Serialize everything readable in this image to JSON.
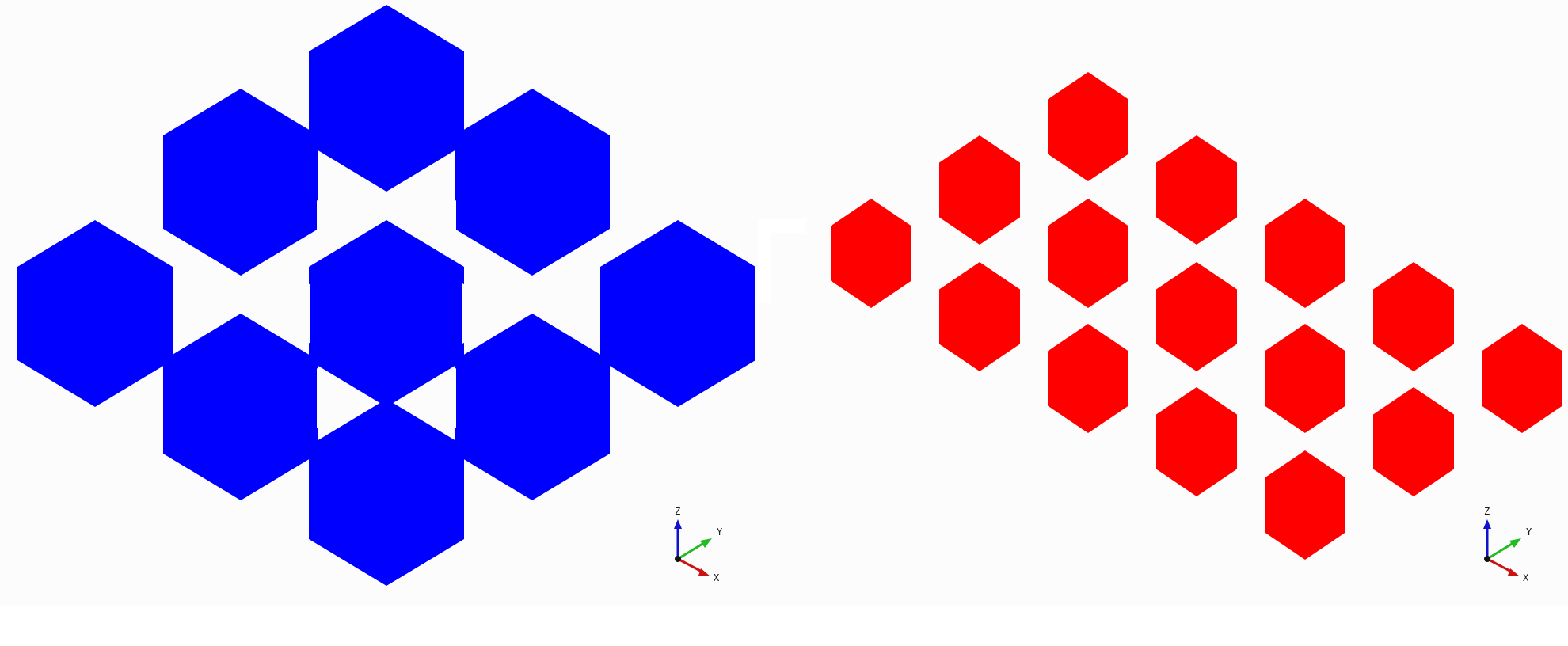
{
  "viewports": [
    {
      "id": "left",
      "hex_color": "#0000ff",
      "triad": {
        "labels": {
          "x": "X",
          "y": "Y",
          "z": "Z"
        }
      }
    },
    {
      "id": "right",
      "hex_color": "#ff0000",
      "triad": {
        "labels": {
          "x": "X",
          "y": "Y",
          "z": "Z"
        }
      }
    }
  ],
  "colors": {
    "background": "#fcfcfc",
    "axis_x": "#cc1111",
    "axis_y": "#22bb22",
    "axis_z": "#1111cc",
    "axis_origin": "#111111"
  }
}
